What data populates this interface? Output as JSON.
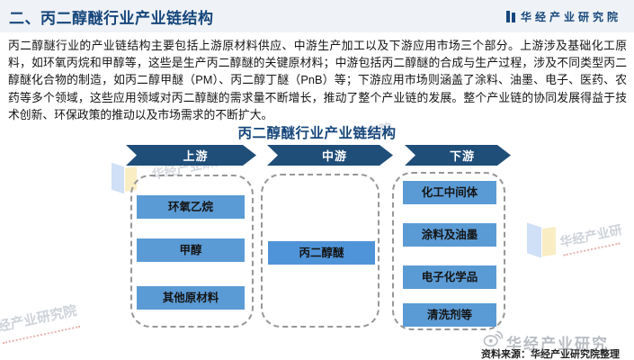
{
  "header": {
    "title": "二、丙二醇醚行业产业链结构",
    "brand": "华经产业研究院"
  },
  "intro": {
    "text": "丙二醇醚行业的产业链结构主要包括上游原材料供应、中游生产加工以及下游应用市场三个部分。上游涉及基础化工原料，如环氧丙烷和甲醇等，这些是生产丙二醇醚的关键原材料；中游包括丙二醇醚的合成与生产过程，涉及不同类型丙二醇醚化合物的制造，如丙二醇甲醚（PM）、丙二醇丁醚（PnB）等；下游应用市场则涵盖了涂料、油墨、电子、医药、农药等多个领域，这些应用领域对丙二醇醚的需求量不断增长，推动了整个产业链的发展。整个产业链的协同发展得益于技术创新、环保政策的推动以及市场需求的不断扩大。"
  },
  "diagram": {
    "title": "丙二醇醚行业产业链结构",
    "stages": [
      {
        "label": "上游",
        "items": [
          "环氧乙烷",
          "甲醇",
          "其他原材料"
        ]
      },
      {
        "label": "中游",
        "items": [
          "丙二醇醚"
        ]
      },
      {
        "label": "下游",
        "items": [
          "化工中间体",
          "涂料及油墨",
          "电子化学品",
          "清洗剂等"
        ]
      }
    ]
  },
  "footer": {
    "source": "资料来源：华经产业研究院整理"
  },
  "watermarks": {
    "tile_a": "华经产业研究院",
    "tile_b": "研究院",
    "tile_c": "经产业研究院",
    "tile_d": "华经产业研",
    "corner": "华经产业研究"
  },
  "colors": {
    "navy": "#1F4E79",
    "box_blue": "#5B9BD5",
    "title_blue": "#17477C",
    "header_bg": "#EFF2F6"
  }
}
